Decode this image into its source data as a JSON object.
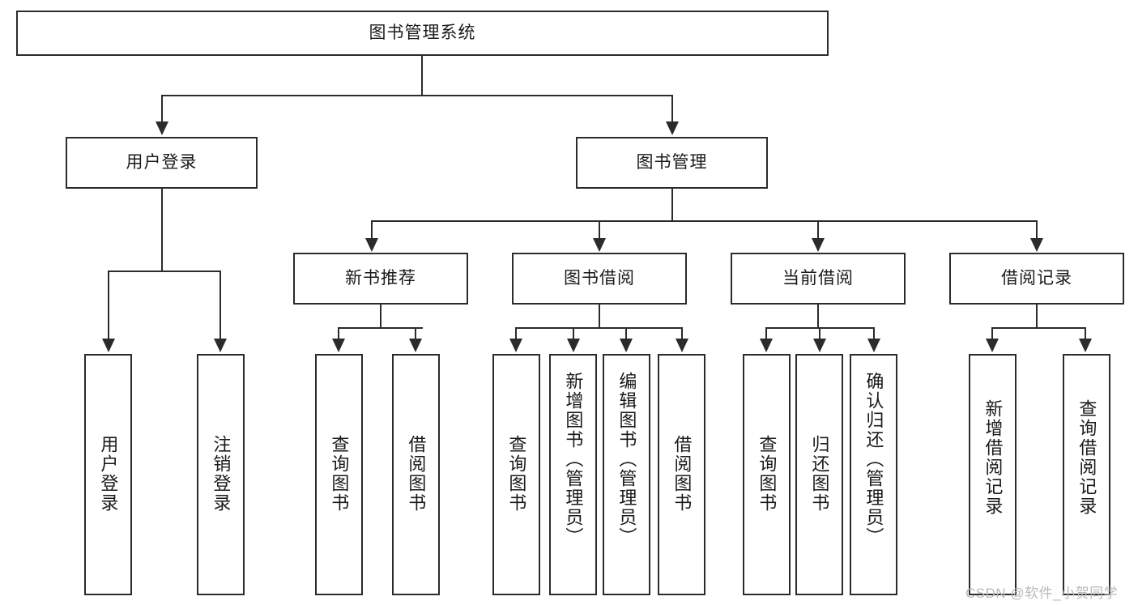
{
  "diagram": {
    "type": "tree-hierarchy-chart",
    "title": "图书管理系统",
    "root": {
      "id": "root",
      "label": "图书管理系统"
    },
    "level2": [
      {
        "id": "user-login",
        "label": "用户登录"
      },
      {
        "id": "book-management",
        "label": "图书管理"
      }
    ],
    "level3": [
      {
        "id": "new-book-recommend",
        "label": "新书推荐",
        "parent": "book-management"
      },
      {
        "id": "book-borrow",
        "label": "图书借阅",
        "parent": "book-management"
      },
      {
        "id": "current-borrow",
        "label": "当前借阅",
        "parent": "book-management"
      },
      {
        "id": "borrow-record",
        "label": "借阅记录",
        "parent": "book-management"
      }
    ],
    "leaves": {
      "user_login": [
        {
          "id": "leaf-user-login",
          "label": "用户登录"
        },
        {
          "id": "leaf-logout-login",
          "label": "注销登录"
        }
      ],
      "new_book_recommend": [
        {
          "id": "leaf-query-book-1",
          "label": "查询图书"
        },
        {
          "id": "leaf-borrow-book-1",
          "label": "借阅图书"
        }
      ],
      "book_borrow": [
        {
          "id": "leaf-query-book-2",
          "label": "查询图书"
        },
        {
          "id": "leaf-add-book-admin",
          "label": "新增图书（管理员）"
        },
        {
          "id": "leaf-edit-book-admin",
          "label": "编辑图书（管理员）"
        },
        {
          "id": "leaf-borrow-book-2",
          "label": "借阅图书"
        }
      ],
      "current_borrow": [
        {
          "id": "leaf-query-book-3",
          "label": "查询图书"
        },
        {
          "id": "leaf-return-book",
          "label": "归还图书"
        },
        {
          "id": "leaf-confirm-return-admin",
          "label": "确认归还（管理员）"
        }
      ],
      "borrow_record": [
        {
          "id": "leaf-add-borrow-record",
          "label": "新增借阅记录"
        },
        {
          "id": "leaf-query-borrow-record",
          "label": "查询借阅记录"
        }
      ]
    }
  },
  "watermark": {
    "text": "CSDN @软件_小贺同学"
  },
  "colors": {
    "stroke": "#2b2b2b",
    "fill": "#ffffff",
    "text": "#1a1a1a",
    "watermark": "#b9b9b9"
  }
}
